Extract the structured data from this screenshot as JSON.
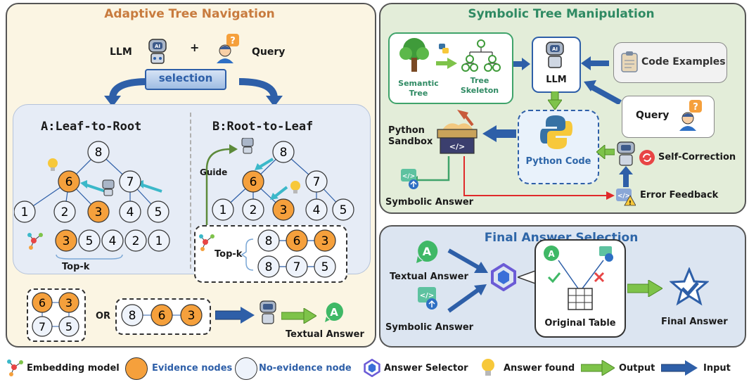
{
  "left_panel": {
    "title": "Adaptive Tree Navigation",
    "llm_label": "LLM",
    "plus": "+",
    "query_label": "Query",
    "selection_label": "selection",
    "leaf_to_root_title": "A:Leaf-to-Root",
    "root_to_leaf_title": "B:Root-to-Leaf",
    "guide_label": "Guide",
    "topk_label_a": "Top-k",
    "topk_label_b": "Top-k",
    "or_label": "OR",
    "textual_answer_label": "Textual Answer",
    "tree_a_nodes": [
      "8",
      "6",
      "7",
      "1",
      "2",
      "3",
      "4",
      "5"
    ],
    "tree_b_nodes": [
      "8",
      "6",
      "7",
      "1",
      "2",
      "3",
      "4",
      "5"
    ],
    "topk_a_nodes": [
      "3",
      "5",
      "4",
      "2",
      "1"
    ],
    "topk_b_row1": [
      "8",
      "6",
      "3"
    ],
    "topk_b_row2": [
      "8",
      "7",
      "5"
    ],
    "bottom_tree_nodes": [
      "6",
      "3",
      "7",
      "5"
    ],
    "bottom_path_nodes": [
      "8",
      "6",
      "3"
    ]
  },
  "right_top_panel": {
    "title": "Symbolic Tree Manipulation",
    "semantic_tree_label": "Semantic Tree",
    "tree_skeleton_label": "Tree Skeleton",
    "llm_label": "LLM",
    "code_examples_label": "Code Examples",
    "query_label": "Query",
    "python_sandbox_label": "Python Sandbox",
    "python_code_label": "Python Code",
    "self_correction_label": "Self-Correction",
    "error_feedback_label": "Error Feedback",
    "symbolic_answer_label": "Symbolic Answer"
  },
  "right_bottom_panel": {
    "title": "Final Answer Selection",
    "textual_answer_label": "Textual Answer",
    "symbolic_answer_label": "Symbolic Answer",
    "original_table_label": "Original Table",
    "final_answer_label": "Final Answer"
  },
  "legend": {
    "embedding_model": "Embedding model",
    "evidence_nodes": "Evidence nodes",
    "no_evidence_node": "No-evidence node",
    "answer_selector": "Answer Selector",
    "answer_found": "Answer found",
    "output": "Output",
    "input": "Input"
  },
  "colors": {
    "orange_node": "#f5a03c",
    "left_bg": "#fbf5e3",
    "green_bg": "#e3edd9",
    "blue_bg": "#dce5f1",
    "arrow_blue": "#2e5fa8",
    "arrow_green": "#7ec34a"
  }
}
